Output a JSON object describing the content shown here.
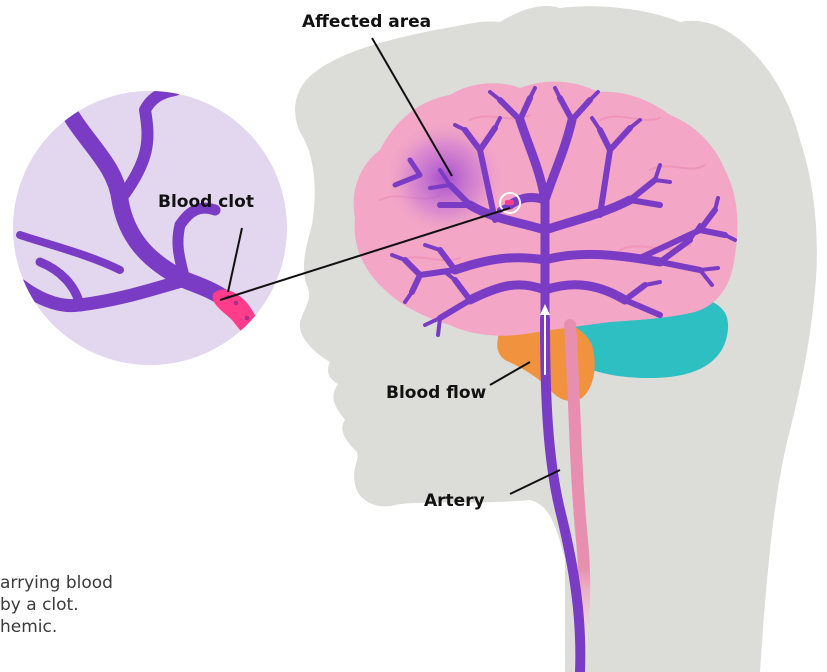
{
  "labels": {
    "affected_area": "Affected area",
    "blood_clot": "Blood clot",
    "blood_flow": "Blood flow",
    "artery": "Artery"
  },
  "caption_lines": [
    "arrying blood",
    "by a clot.",
    "hemic."
  ],
  "colors": {
    "head": "#dcdcd8",
    "brain": "#f3a6c6",
    "brain_detail": "#ee8fb6",
    "cerebellum": "#2ebfc3",
    "brainstem": "#f0923e",
    "vessel": "#7a3cc4",
    "clot": "#ff3d8b",
    "inset_bg": "#e3d7ef",
    "affected_glow": "#8a2fd0",
    "return_vessel": "#e88fb0"
  },
  "icons": [
    "artery-branch-icon",
    "flow-arrow-icon",
    "clot-marker-icon"
  ]
}
